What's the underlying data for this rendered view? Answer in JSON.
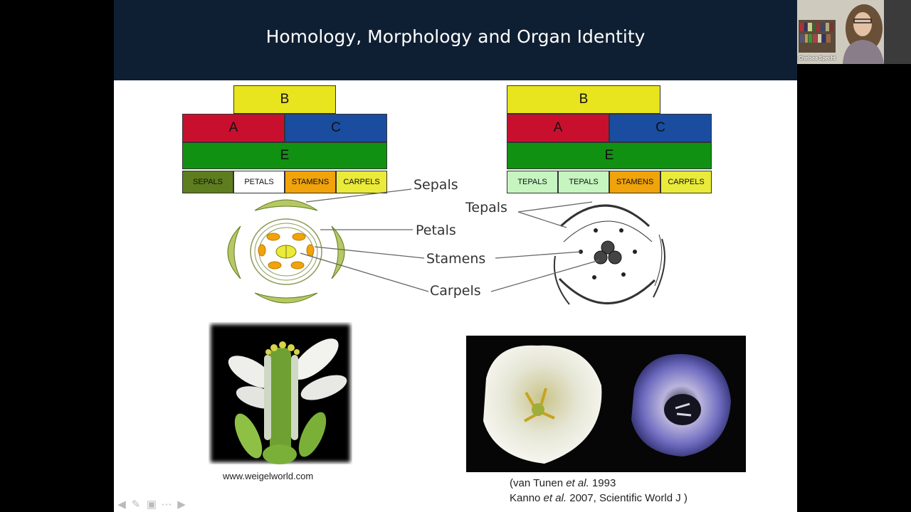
{
  "slide": {
    "title": "Homology, Morphology and Organ Identity",
    "left_model": {
      "b": "B",
      "a": "A",
      "c": "C",
      "e": "E",
      "organs": [
        "SEPALS",
        "PETALS",
        "STAMENS",
        "CARPELS"
      ]
    },
    "right_model": {
      "b": "B",
      "a": "A",
      "c": "C",
      "e": "E",
      "organs": [
        "TEPALS",
        "TEPALS",
        "STAMENS",
        "CARPELS"
      ]
    },
    "callouts": {
      "sepals": "Sepals",
      "petals": "Petals",
      "stamens": "Stamens",
      "carpels": "Carpels",
      "tepals": "Tepals"
    },
    "photo_credit": "www.weigelworld.com",
    "citation_line1_prefix": "(van Tunen ",
    "citation_line1_italic": "et al.",
    "citation_line1_suffix": " 1993",
    "citation_line2_prefix": "Kanno ",
    "citation_line2_italic": "et al.",
    "citation_line2_suffix": " 2007, Scientific World J )"
  },
  "webcam": {
    "name": "Chelsea Specht"
  },
  "colors": {
    "header": "#0f1f33",
    "b": "#e8e41e",
    "a": "#c8102e",
    "c": "#1a4da0",
    "e": "#119111",
    "sepal": "#5e7d1e",
    "stamen": "#f0a30a",
    "carpel": "#eaea3a",
    "tepal": "#c6f5c0"
  },
  "nav_icons": [
    "arrow-left-icon",
    "pen-icon",
    "slides-icon",
    "more-icon",
    "arrow-right-icon"
  ]
}
